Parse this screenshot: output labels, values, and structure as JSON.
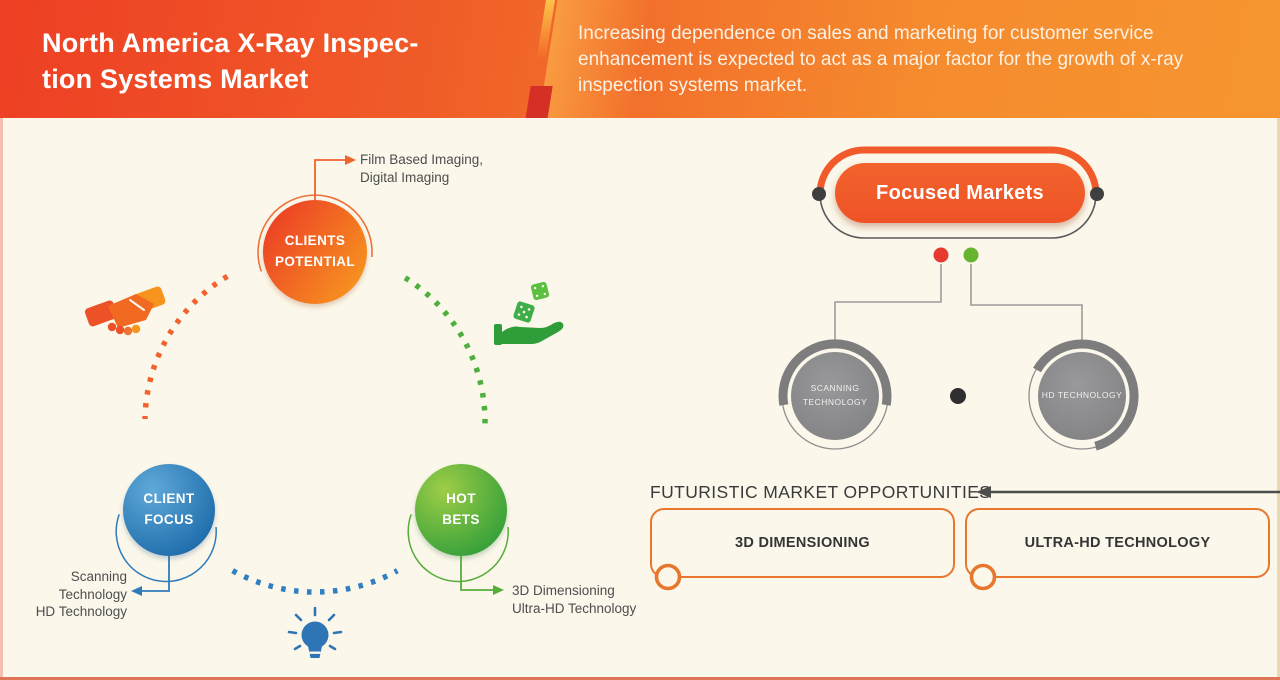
{
  "header": {
    "title_line1": "North America X-Ray Inspec-",
    "title_line2": "tion Systems Market",
    "description": "Increasing dependence on sales and marketing for customer service enhancement is expected to act as a major factor for the growth of x-ray inspection systems market."
  },
  "left_diagram": {
    "clients_potential": {
      "line1": "CLIENTS",
      "line2": "POTENTIAL"
    },
    "clients_potential_note": {
      "line1": "Film Based Imaging,",
      "line2": "Digital Imaging"
    },
    "client_focus": {
      "line1": "CLIENT",
      "line2": "FOCUS"
    },
    "client_focus_note": {
      "line1": "Scanning Technology",
      "line2": "HD Technology"
    },
    "hot_bets": {
      "line1": "HOT",
      "line2": "BETS"
    },
    "hot_bets_note": {
      "line1": "3D Dimensioning",
      "line2": "Ultra-HD Technology"
    },
    "icons": {
      "handshake": "handshake-icon",
      "dice": "dice-hand-icon",
      "bulb": "lightbulb-icon"
    }
  },
  "right_diagram": {
    "focused_markets": "Focused Markets",
    "scanning": {
      "line1": "SCANNING",
      "line2": "TECHNOLOGY"
    },
    "hd": "HD TECHNOLOGY",
    "opportunities_heading": "FUTURISTIC MARKET OPPORTUNITIES",
    "box1": "3D DIMENSIONING",
    "box2": "ULTRA-HD TECHNOLOGY"
  },
  "colors": {
    "header_gradient_left": "#ee3f24",
    "header_gradient_right": "#f6952f",
    "cream_background": "#fbf7ea",
    "accent_orange": "#f15b2b",
    "accent_blue": "#2e7cba",
    "accent_green": "#3fae49",
    "gray_circle": "#8a8a8c",
    "text_dark": "#4e4e4e",
    "dot_red": "#e6392f",
    "dot_green": "#66b42f",
    "bottom_edge_line": "#dd7556"
  }
}
